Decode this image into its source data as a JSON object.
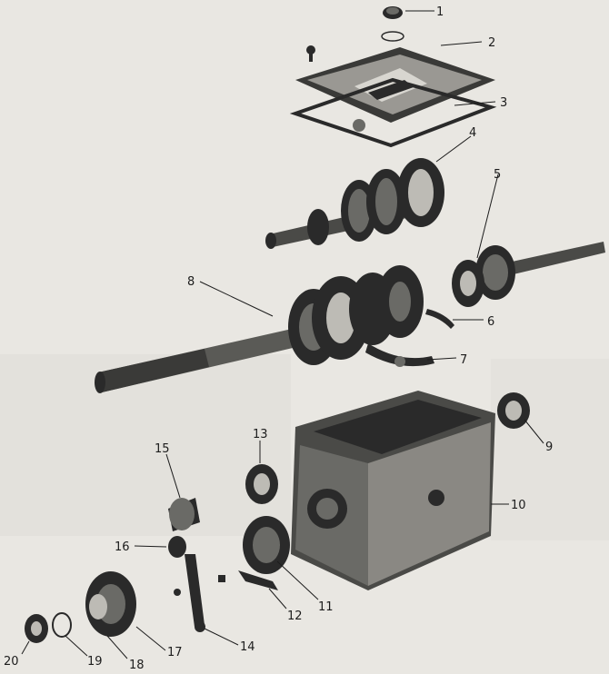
{
  "diagram": {
    "callouts": [
      {
        "id": "1",
        "label": "1"
      },
      {
        "id": "2",
        "label": "2"
      },
      {
        "id": "3",
        "label": "3"
      },
      {
        "id": "4",
        "label": "4"
      },
      {
        "id": "5",
        "label": "5"
      },
      {
        "id": "6",
        "label": "6"
      },
      {
        "id": "7",
        "label": "7"
      },
      {
        "id": "8",
        "label": "8"
      },
      {
        "id": "9",
        "label": "9"
      },
      {
        "id": "10",
        "label": "10"
      },
      {
        "id": "11",
        "label": "11"
      },
      {
        "id": "12",
        "label": "12"
      },
      {
        "id": "13",
        "label": "13"
      },
      {
        "id": "14",
        "label": "14"
      },
      {
        "id": "15",
        "label": "15"
      },
      {
        "id": "16",
        "label": "16"
      },
      {
        "id": "17",
        "label": "17"
      },
      {
        "id": "18",
        "label": "18"
      },
      {
        "id": "19",
        "label": "19"
      },
      {
        "id": "20",
        "label": "20"
      }
    ],
    "colors": {
      "paper": "#e9e7e2",
      "ink": "#2a2a2a",
      "shade": "#6a6a66"
    }
  }
}
